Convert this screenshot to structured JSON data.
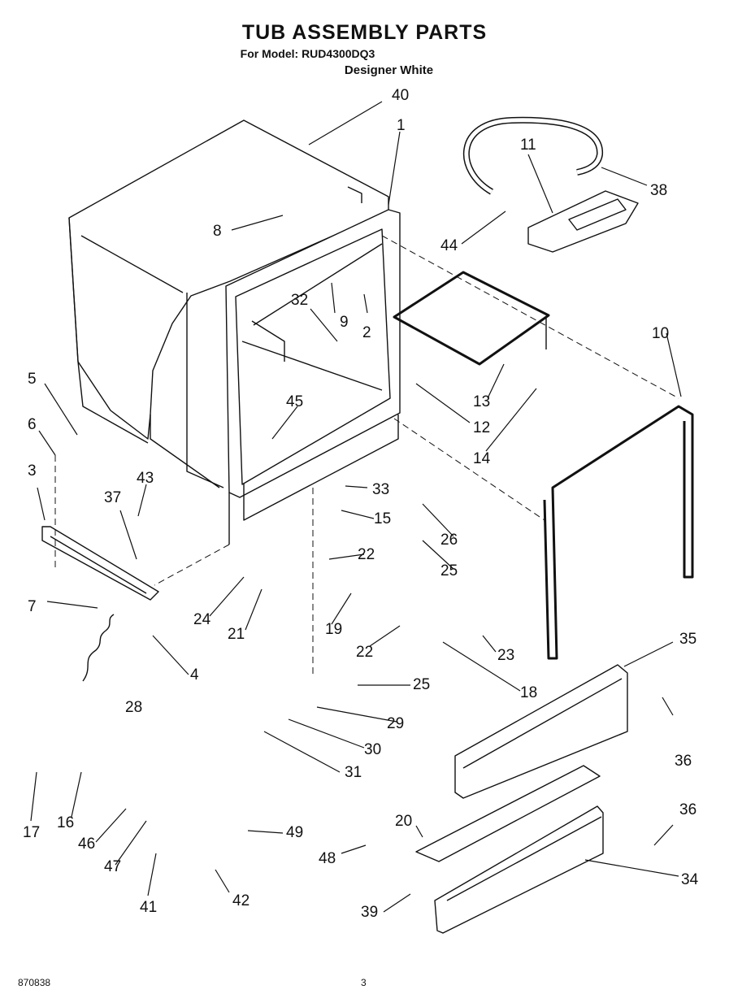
{
  "header": {
    "title": "TUB ASSEMBLY PARTS",
    "model": "For Model: RUD4300DQ3",
    "color": "Designer White"
  },
  "footer": {
    "doc_number": "870838",
    "page_number": "3"
  },
  "parts": [
    {
      "id": "40"
    },
    {
      "id": "1"
    },
    {
      "id": "11"
    },
    {
      "id": "38"
    },
    {
      "id": "8"
    },
    {
      "id": "44"
    },
    {
      "id": "32"
    },
    {
      "id": "9"
    },
    {
      "id": "2"
    },
    {
      "id": "10"
    },
    {
      "id": "5"
    },
    {
      "id": "13"
    },
    {
      "id": "12"
    },
    {
      "id": "6"
    },
    {
      "id": "45"
    },
    {
      "id": "14"
    },
    {
      "id": "3"
    },
    {
      "id": "43"
    },
    {
      "id": "37"
    },
    {
      "id": "33"
    },
    {
      "id": "15"
    },
    {
      "id": "26"
    },
    {
      "id": "22"
    },
    {
      "id": "25"
    },
    {
      "id": "7"
    },
    {
      "id": "24"
    },
    {
      "id": "19"
    },
    {
      "id": "21"
    },
    {
      "id": "22"
    },
    {
      "id": "23"
    },
    {
      "id": "35"
    },
    {
      "id": "4"
    },
    {
      "id": "18"
    },
    {
      "id": "25"
    },
    {
      "id": "28"
    },
    {
      "id": "29"
    },
    {
      "id": "36"
    },
    {
      "id": "30"
    },
    {
      "id": "31"
    },
    {
      "id": "16"
    },
    {
      "id": "17"
    },
    {
      "id": "20"
    },
    {
      "id": "36"
    },
    {
      "id": "46"
    },
    {
      "id": "49"
    },
    {
      "id": "48"
    },
    {
      "id": "47"
    },
    {
      "id": "34"
    },
    {
      "id": "41"
    },
    {
      "id": "42"
    },
    {
      "id": "39"
    }
  ]
}
